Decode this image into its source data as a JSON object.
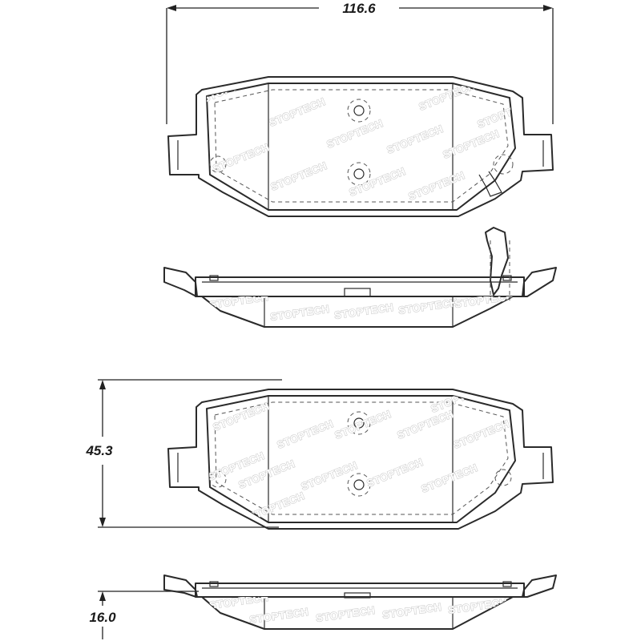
{
  "dimensions": {
    "width": "116.6",
    "height": "45.3",
    "thickness": "16.0"
  },
  "watermark": {
    "brand_text": "STOPTECH"
  },
  "colors": {
    "line": "#2a2a2a",
    "watermark_fill": "#ffffff",
    "watermark_stroke": "#c8c8c8",
    "background": "#ffffff"
  }
}
